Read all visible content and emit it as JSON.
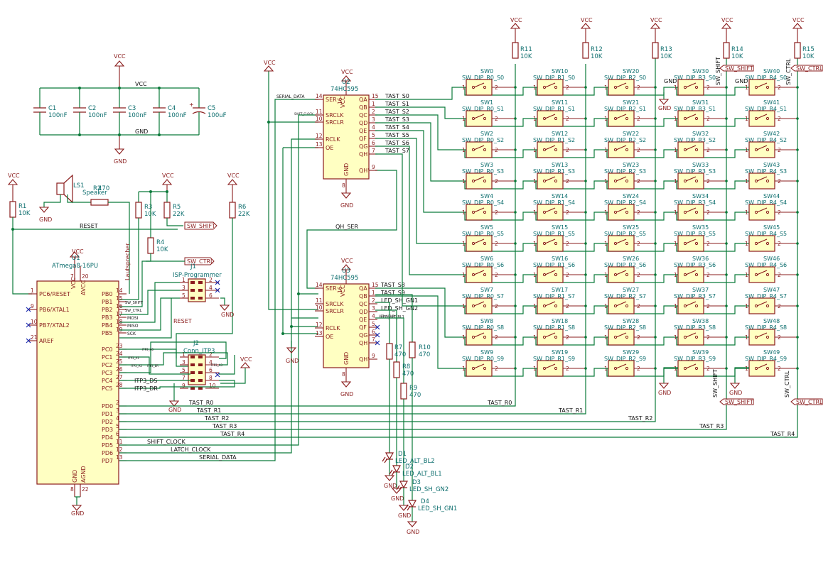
{
  "power": {
    "vcc": "VCC",
    "gnd": "GND"
  },
  "caps": [
    {
      "ref": "C1",
      "value": "100nF"
    },
    {
      "ref": "C2",
      "value": "100nF"
    },
    {
      "ref": "C3",
      "value": "100nF"
    },
    {
      "ref": "C4",
      "value": "100nF"
    },
    {
      "ref": "C5",
      "value": "100uF"
    }
  ],
  "resistors": [
    {
      "ref": "R1",
      "value": "10K"
    },
    {
      "ref": "R2",
      "value": "470"
    },
    {
      "ref": "R3",
      "value": "10K"
    },
    {
      "ref": "R4",
      "value": "10K"
    },
    {
      "ref": "R5",
      "value": "22K"
    },
    {
      "ref": "R6",
      "value": "22K"
    },
    {
      "ref": "R7",
      "value": "470"
    },
    {
      "ref": "R8",
      "value": "470"
    },
    {
      "ref": "R9",
      "value": "470"
    },
    {
      "ref": "R10",
      "value": "470"
    },
    {
      "ref": "R11",
      "value": "10K"
    },
    {
      "ref": "R12",
      "value": "10K"
    },
    {
      "ref": "R13",
      "value": "10K"
    },
    {
      "ref": "R14",
      "value": "10K"
    },
    {
      "ref": "R15",
      "value": "10K"
    }
  ],
  "speaker": {
    "ref": "LS1",
    "value": "Speaker"
  },
  "mcu": {
    "ref": "U1",
    "value": "ATmega8-16PU",
    "left_pins": [
      {
        "num": "1",
        "name": "PC6/~RESET"
      },
      {
        "num": "9",
        "name": "PB6/XTAL1"
      },
      {
        "num": "10",
        "name": "PB7/XTAL2"
      },
      {
        "num": "21",
        "name": "AREF"
      }
    ],
    "right_pins": [
      {
        "num": "14",
        "name": "PB0"
      },
      {
        "num": "15",
        "name": "PB1"
      },
      {
        "num": "16",
        "name": "PB2"
      },
      {
        "num": "17",
        "name": "PB3"
      },
      {
        "num": "18",
        "name": "PB4"
      },
      {
        "num": "19",
        "name": "PB5"
      },
      {
        "num": "23",
        "name": "PC0"
      },
      {
        "num": "24",
        "name": "PC1"
      },
      {
        "num": "25",
        "name": "PC2"
      },
      {
        "num": "26",
        "name": "PC3"
      },
      {
        "num": "27",
        "name": "PC4"
      },
      {
        "num": "28",
        "name": "PC5"
      },
      {
        "num": "2",
        "name": "PD0"
      },
      {
        "num": "3",
        "name": "PD1"
      },
      {
        "num": "4",
        "name": "PD2"
      },
      {
        "num": "5",
        "name": "PD3"
      },
      {
        "num": "6",
        "name": "PD4"
      },
      {
        "num": "11",
        "name": "PD5"
      },
      {
        "num": "12",
        "name": "PD6"
      },
      {
        "num": "13",
        "name": "PD7"
      }
    ],
    "top_pins": [
      {
        "num": "7",
        "name": "VCC"
      },
      {
        "num": "20",
        "name": "AVCC"
      }
    ],
    "bottom_pins": [
      {
        "num": "8",
        "name": "GND"
      },
      {
        "num": "22",
        "name": "AGND"
      }
    ]
  },
  "shift_regs": [
    {
      "ref": "U2",
      "value": "74HC595",
      "left_pins": [
        {
          "num": "14",
          "name": "SER"
        },
        {
          "num": "11",
          "name": "SRCLK"
        },
        {
          "num": "10",
          "name": "~SRCLR"
        },
        {
          "num": "12",
          "name": "RCLK"
        },
        {
          "num": "13",
          "name": "~OE"
        }
      ],
      "right_pins": [
        {
          "num": "15",
          "name": "QA"
        },
        {
          "num": "1",
          "name": "QB"
        },
        {
          "num": "2",
          "name": "QC"
        },
        {
          "num": "3",
          "name": "QD"
        },
        {
          "num": "4",
          "name": "QE"
        },
        {
          "num": "5",
          "name": "QF"
        },
        {
          "num": "6",
          "name": "QG"
        },
        {
          "num": "7",
          "name": "QH"
        },
        {
          "num": "9",
          "name": "QH'"
        }
      ],
      "outputs": [
        "TAST_S0",
        "TAST_S1",
        "TAST_S2",
        "TAST_S3",
        "TAST_S4",
        "TAST_S5",
        "TAST_S6",
        "TAST_S7"
      ],
      "vcc_pin": "16",
      "gnd_pin": "8"
    },
    {
      "ref": "U3",
      "value": "74HC595",
      "left_pins": [
        {
          "num": "14",
          "name": "SER"
        },
        {
          "num": "11",
          "name": "SRCLK"
        },
        {
          "num": "10",
          "name": "~SRCLR"
        },
        {
          "num": "12",
          "name": "RCLK"
        },
        {
          "num": "13",
          "name": "~OE"
        }
      ],
      "right_pins": [
        {
          "num": "15",
          "name": "QA"
        },
        {
          "num": "1",
          "name": "QB"
        },
        {
          "num": "2",
          "name": "QC"
        },
        {
          "num": "3",
          "name": "QD"
        },
        {
          "num": "4",
          "name": "QE"
        },
        {
          "num": "5",
          "name": "QF"
        },
        {
          "num": "6",
          "name": "QG"
        },
        {
          "num": "7",
          "name": "QH"
        },
        {
          "num": "9",
          "name": "QH'"
        }
      ],
      "outputs": [
        "TAST_S8",
        "TAST_S9",
        "LED_SH_GN1",
        "LED_SH_GN2",
        "LED_ALT_BL1",
        "",
        "",
        ""
      ],
      "vcc_pin": "16",
      "gnd_pin": "8"
    }
  ],
  "connectors": [
    {
      "ref": "J1",
      "value": "ISP-Programmer",
      "pins": [
        "1",
        "2",
        "3",
        "4",
        "5",
        "6"
      ]
    },
    {
      "ref": "J2",
      "value": "Conn_ITP3",
      "pins": [
        "1",
        "2",
        "3",
        "4",
        "5",
        "6",
        "7",
        "8",
        "9",
        "10"
      ]
    }
  ],
  "leds": [
    {
      "ref": "D1",
      "value": "LED_ALT_BL2"
    },
    {
      "ref": "D2",
      "value": "LED_ALT_BL1"
    },
    {
      "ref": "D3",
      "value": "LED_SH_GN2"
    },
    {
      "ref": "D4",
      "value": "LED_SH_GN1"
    }
  ],
  "globals": {
    "sw_shift": "SW_SHIFT",
    "sw_ctrl": "SW_CTRL"
  },
  "nets": {
    "reset": "RESET",
    "lautsprecher": "Lautsprecher",
    "sw_shift_small": "SW_SHIFT",
    "sw_ctrl_small": "SW_CTRL",
    "mosi": "MOSI",
    "miso": "MISO",
    "sck": "SCK",
    "itp3_ds": "ITP3_DS",
    "itp3_dr": "ITP3_DR",
    "itp_a": "ITP3_A0",
    "itp_b": "ITP3_A1",
    "itp_c": "ITP3_A2",
    "itp_d": "ITP3_A3",
    "itp_e": "ITP3_ER",
    "serial_data": "SERIAL_DATA",
    "shift_clock": "SHIFT_CLOCK",
    "latch_clock": "LATCH_CLOCK",
    "shift_clk_small": "SHIFT_CLOCK",
    "latch_clk_small": "LATCH_CLOCK",
    "qh_ser": "QH_SER",
    "led_alt_bl2": "LED_ALT_BL2",
    "rows": [
      "TAST_R0",
      "TAST_R1",
      "TAST_R2",
      "TAST_R3",
      "TAST_R4"
    ],
    "cols": [
      "TAST_S0",
      "TAST_S1",
      "TAST_S2",
      "TAST_S3",
      "TAST_S4",
      "TAST_S5",
      "TAST_S6",
      "TAST_S7",
      "TAST_S8",
      "TAST_S9"
    ],
    "vcc_rail": "VCC",
    "gnd_rail": "GND"
  },
  "switch_prefix": [
    "SW_DIP_R0_S",
    "SW_DIP_R1_S",
    "SW_DIP_R2_S",
    "SW_DIP_R3_S",
    "SW_DIP_R4_S"
  ],
  "switch_refs": [
    [
      "SW0",
      "SW1",
      "SW2",
      "SW3",
      "SW4",
      "SW5",
      "SW6",
      "SW7",
      "SW8",
      "SW9"
    ],
    [
      "SW10",
      "SW11",
      "SW12",
      "SW13",
      "SW14",
      "SW15",
      "SW16",
      "SW17",
      "SW18",
      "SW19"
    ],
    [
      "SW20",
      "SW21",
      "SW22",
      "SW23",
      "SW24",
      "SW25",
      "SW26",
      "SW27",
      "SW28",
      "SW29"
    ],
    [
      "SW30",
      "SW31",
      "SW32",
      "SW33",
      "SW34",
      "SW35",
      "SW36",
      "SW37",
      "SW38",
      "SW39"
    ],
    [
      "SW40",
      "SW41",
      "SW42",
      "SW43",
      "SW44",
      "SW45",
      "SW46",
      "SW47",
      "SW48",
      "SW49"
    ]
  ],
  "switch_values": [
    [
      "SW_DIP_R0_S0",
      "SW_DIP_R0_S1",
      "SW_DIP_R0_S2",
      "SW_DIP_R0_S3",
      "SW_DIP_R0_S4",
      "SW_DIP_R0_S5",
      "SW_DIP_R0_S6",
      "SW_DIP_R0_S7",
      "SW_DIP_R0_S8",
      "SW_DIP_R0_S9"
    ],
    [
      "SW_DIP_R1_S0",
      "SW_DIP_R1_S1",
      "SW_DIP_R1_S2",
      "SW_DIP_R1_S3",
      "SW_DIP_R1_S4",
      "SW_DIP_R1_S5",
      "SW_DIP_R1_S6",
      "SW_DIP_R1_S7",
      "SW_DIP_R1_S8",
      "SW_DIP_R1_S9"
    ],
    [
      "SW_DIP_R2_S0",
      "SW_DIP_R2_S1",
      "SW_DIP_R2_S2",
      "SW_DIP_R2_S3",
      "SW_DIP_R2_S4",
      "SW_DIP_R2_S5",
      "SW_DIP_R2_S6",
      "SW_DIP_R2_S7",
      "SW_DIP_R2_S8",
      "SW_DIP_R2_S9"
    ],
    [
      "SW_DIP_R3_S0",
      "SW_DIP_R3_S1",
      "SW_DIP_R3_S2",
      "SW_DIP_R3_S3",
      "SW_DIP_R3_S4",
      "SW_DIP_R3_S5",
      "SW_DIP_R3_S6",
      "SW_DIP_R3_S7",
      "SW_DIP_R3_S8",
      "SW_DIP_R3_S9"
    ],
    [
      "SW_DIP_R4_S0",
      "SW_DIP_R4_S1",
      "SW_DIP_R4_S2",
      "SW_DIP_R4_S3",
      "SW_DIP_R4_S4",
      "SW_DIP_R4_S5",
      "SW_DIP_R4_S6",
      "SW_DIP_R4_S7",
      "SW_DIP_R4_S8",
      "SW_DIP_R4_S9"
    ]
  ],
  "switch_pin_labels": [
    "1",
    "2"
  ]
}
